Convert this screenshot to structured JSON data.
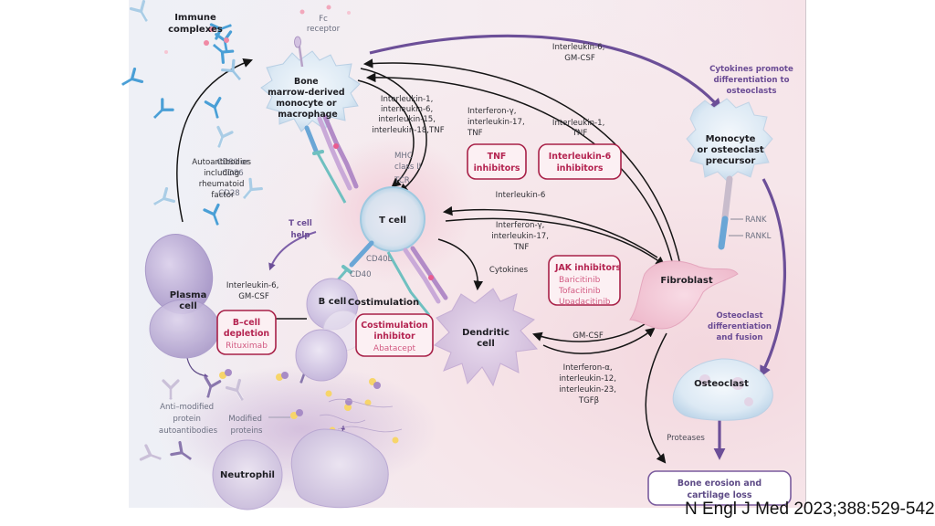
{
  "figure": {
    "cells": {
      "macrophage": [
        "Bone",
        "marrow-derived",
        "monocyte or",
        "macrophage"
      ],
      "t_cell": "T cell",
      "b_cell": "B cell",
      "plasma_cell": [
        "Plasma",
        "cell"
      ],
      "dendritic_cell": [
        "Dendritic",
        "cell"
      ],
      "fibroblast": "Fibroblast",
      "osteoclast_precursor": [
        "Monocyte",
        "or osteoclast",
        "precursor"
      ],
      "osteoclast": "Osteoclast",
      "neutrophil": "Neutrophil"
    },
    "headings": {
      "immune_complexes": [
        "Immune",
        "complexes"
      ],
      "costimulation": "Costimulation"
    },
    "receptor_labels": {
      "fc_receptor": [
        "Fc",
        "receptor"
      ],
      "cd80_cd86": [
        "CD80 or",
        "CD86"
      ],
      "cd28": "CD28",
      "mhc_class_ii": [
        "MHC",
        "class II"
      ],
      "tcr": "TCR",
      "cd40l": "CD40L",
      "cd40": "CD40",
      "rank": "RANK",
      "rankl": "RANKL"
    },
    "signals": {
      "macrophage_to_tcell": [
        "Interleukin-1,",
        "interleukin-6,",
        "interleukin-15,",
        "interleukin-18,TNF"
      ],
      "tcell_to_fibroblast": [
        "Interferon-γ,",
        "interleukin-17,",
        "TNF"
      ],
      "fibroblast_to_macrophage": [
        "Interleukin-1,",
        "TNF"
      ],
      "to_osteoclast_precursor": [
        "Interleukin-6,",
        "GM-CSF"
      ],
      "fibroblast_to_tcell": "Interleukin-6",
      "tcell_to_fibroblast_lower": [
        "Interferon-γ,",
        "interleukin-17,",
        "TNF"
      ],
      "cytokines": "Cytokines",
      "gm_csf": "GM-CSF",
      "dendritic_to_fibroblast": [
        "Interferon-α,",
        "interleukin-12,",
        "interleukin-23,",
        "TGFβ"
      ],
      "bcell_to_plasma": [
        "Interleukin-6,",
        "GM-CSF"
      ],
      "proteases": "Proteases",
      "autoantibodies": [
        "Autoantibodies",
        "including",
        "rheumatoid",
        "factor"
      ],
      "acpa": [
        "Anti–modified",
        "protein",
        "autoantibodies"
      ],
      "modified_proteins": [
        "Modified",
        "proteins"
      ]
    },
    "process_labels": {
      "t_cell_help": [
        "T cell",
        "help"
      ],
      "cytokines_promote": [
        "Cytokines promote",
        "differentiation to",
        "osteoclasts"
      ],
      "osteoclast_diff": [
        "Osteoclast",
        "differentiation",
        "and fusion"
      ]
    },
    "inhibitors": {
      "tnf": [
        "TNF",
        "inhibitors"
      ],
      "il6": [
        "Interleukin-6",
        "inhibitors"
      ],
      "jak": {
        "title": "JAK inhibitors",
        "drugs": [
          "Baricitinib",
          "Tofacitinib",
          "Upadacitinib"
        ]
      },
      "bcell_depletion": {
        "title": [
          "B–cell",
          "depletion"
        ],
        "drugs": [
          "Rituximab"
        ]
      },
      "costim": {
        "title": [
          "Costimulation",
          "inhibitor"
        ],
        "drugs": [
          "Abatacept"
        ]
      }
    },
    "outcome": [
      "Bone erosion and",
      "cartilage loss"
    ],
    "colors": {
      "inhibitor_border": "#a82148",
      "inhibitor_text": "#b42350",
      "drug_text": "#d25a82",
      "process_purple": "#6c4f98",
      "antibody_blue": "#4a9fd6"
    }
  },
  "citation": "N Engl J Med 2023;388:529-542"
}
